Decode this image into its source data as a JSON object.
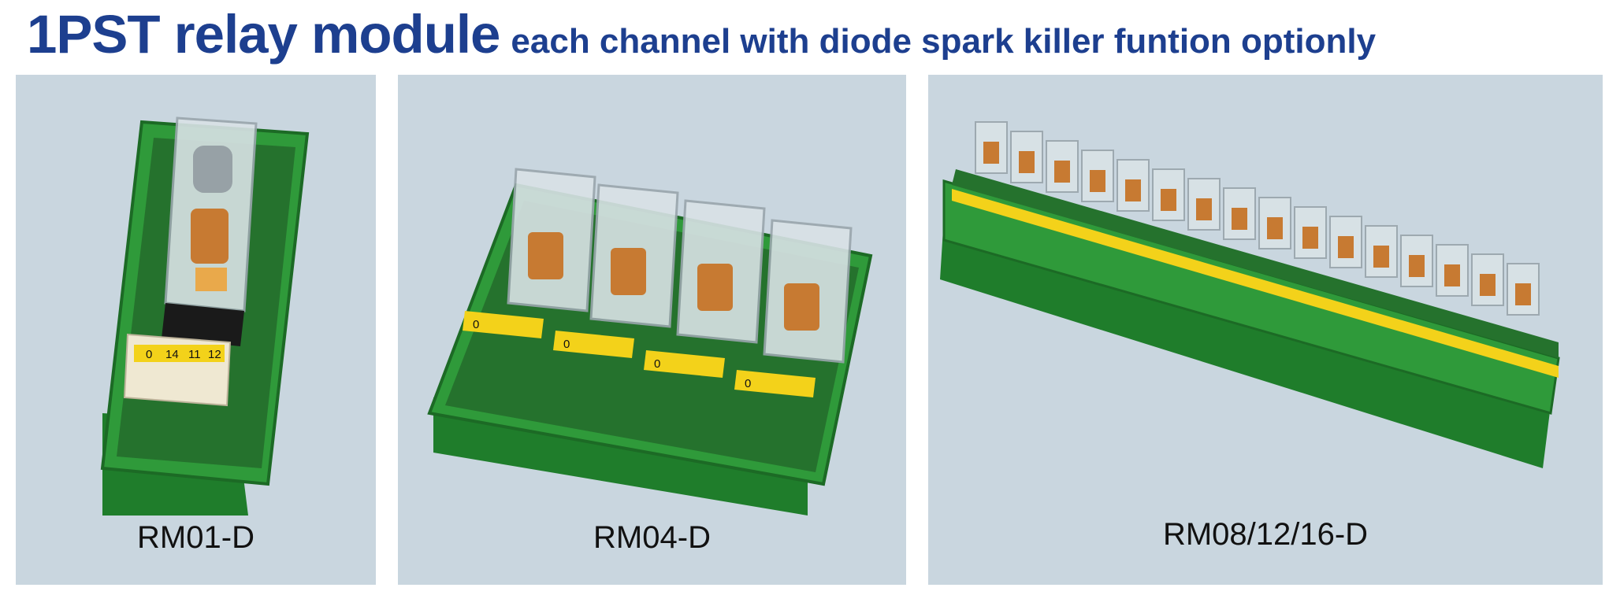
{
  "header": {
    "title": "1PST relay module",
    "subtitle": "each channel with diode spark killer funtion optionly"
  },
  "products": [
    {
      "model": "RM01-D",
      "terminal_labels": [
        "0",
        "14",
        "11",
        "12"
      ]
    },
    {
      "model": "RM04-D",
      "terminal_labels": [
        "0",
        "0",
        "0",
        "0"
      ]
    },
    {
      "model": "RM08/12/16-D"
    }
  ],
  "colors": {
    "title": "#1d3f8f",
    "panel_bg": "#c9d6df",
    "board_green": "#2f9a3a",
    "terminal_yellow": "#f3d21a"
  }
}
